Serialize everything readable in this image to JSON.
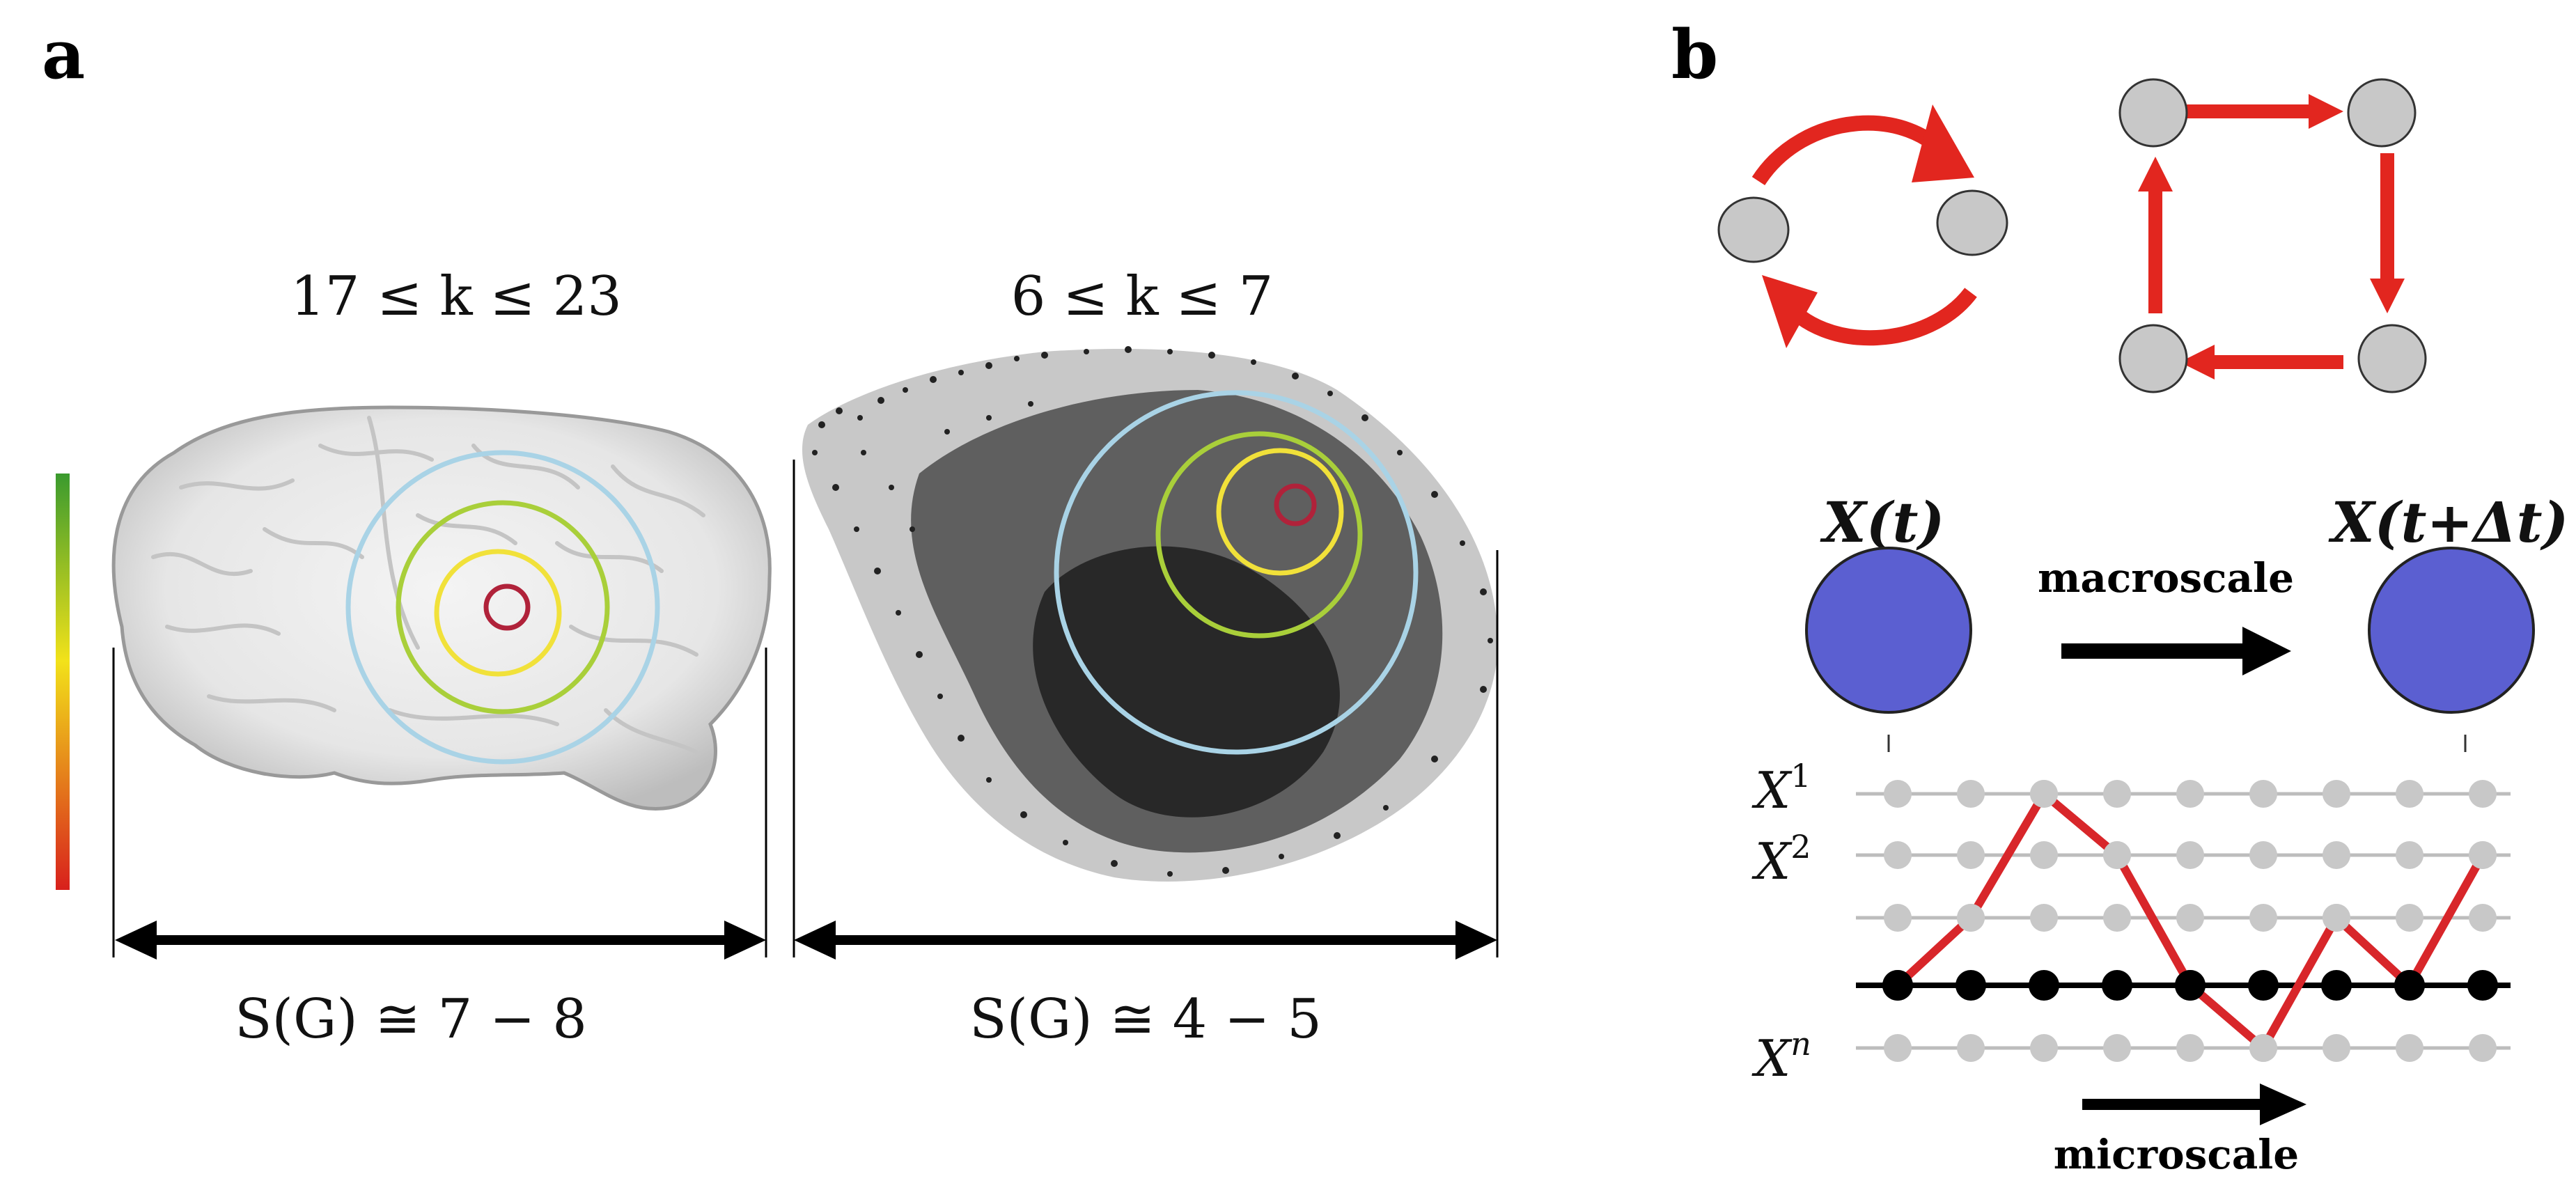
{
  "panel_a": {
    "label": "a",
    "brain": {
      "k_range": "17 ≤ k ≤ 23",
      "entropy": "S(G) ≅ 7 − 8"
    },
    "cloud": {
      "k_range": "6 ≤ k ≤ 7",
      "entropy": "S(G) ≅ 4 − 5"
    },
    "colors": {
      "ring_outer": "#a9d3e6",
      "ring_mid": "#a9cf3a",
      "ring_inner": "#f1e13a",
      "ring_core": "#b0223a",
      "scale_top": "#3a9a2e",
      "scale_mid": "#f2e21a",
      "scale_bottom": "#d8201c"
    }
  },
  "panel_b": {
    "label": "b",
    "macro_left": "X(t)",
    "macro_right": "X(t+Δt)",
    "macroscale": "macroscale",
    "microscale": "microscale",
    "row_labels": {
      "r1_base": "X",
      "r1_sup": "1",
      "r2_base": "X",
      "r2_sup": "2",
      "rn_base": "X",
      "rn_sup": "n"
    },
    "colors": {
      "node_gray": "#c8c8c8",
      "arrow_red": "#e2261f",
      "macro_blue": "#5b5fd1",
      "path_red": "#d8262a",
      "line_gray": "#bdbdbd",
      "black": "#000000"
    }
  }
}
